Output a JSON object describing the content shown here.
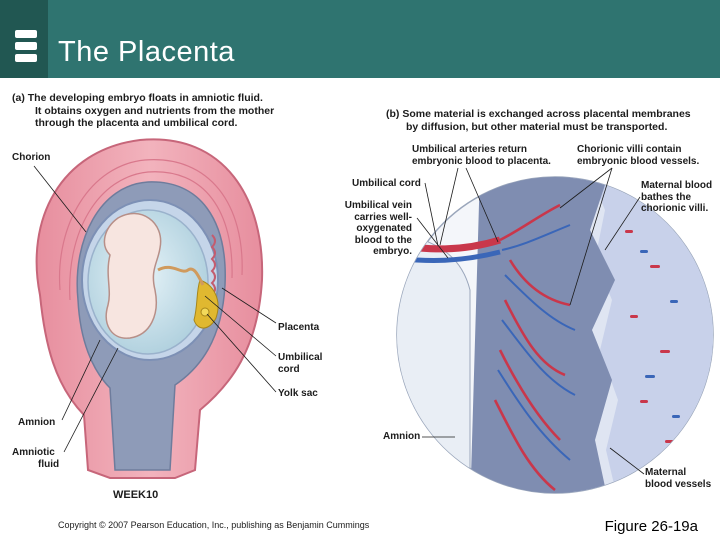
{
  "slide": {
    "title": "The Placenta"
  },
  "panel_a": {
    "caption_tag": "(a)",
    "caption_lines": [
      "The developing embryo floats in amniotic fluid.",
      "It obtains oxygen and nutrients from the mother",
      "through the placenta and umbilical cord."
    ],
    "labels": {
      "chorion": "Chorion",
      "placenta": "Placenta",
      "umbilical_cord_1": "Umbilical",
      "umbilical_cord_2": "cord",
      "yolk_sac": "Yolk sac",
      "amnion": "Amnion",
      "amniotic_fluid_1": "Amniotic",
      "amniotic_fluid_2": "fluid",
      "week": "WEEK10"
    }
  },
  "panel_b": {
    "caption_tag": "(b)",
    "caption_lines": [
      "Some material is exchanged across placental membranes",
      "by diffusion, but other material must be transported."
    ],
    "labels": {
      "umb_arteries_1": "Umbilical arteries return",
      "umb_arteries_2": "embryonic blood to placenta.",
      "chorionic_villi_1": "Chorionic villi contain",
      "chorionic_villi_2": "embryonic blood vessels.",
      "umbilical_cord": "Umbilical cord",
      "umb_vein_1": "Umbilical vein",
      "umb_vein_2": "carries well-",
      "umb_vein_3": "oxygenated",
      "umb_vein_4": "blood to the",
      "umb_vein_5": "embryo.",
      "maternal_blood_1": "Maternal blood",
      "maternal_blood_2": "bathes the",
      "maternal_blood_3": "chorionic villi.",
      "amnion": "Amnion",
      "maternal_vessels_1": "Maternal",
      "maternal_vessels_2": "blood vessels"
    }
  },
  "footer": {
    "copyright": "Copyright © 2007 Pearson Education, Inc., publishing as Benjamin Cummings",
    "figure_number": "Figure 26-19a"
  }
}
